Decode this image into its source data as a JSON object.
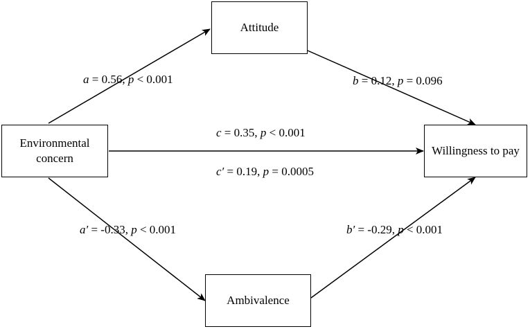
{
  "nodes": {
    "attitude": {
      "label": "Attitude"
    },
    "environmental_concern": {
      "line1": "Environmental",
      "line2": "concern"
    },
    "willingness_to_pay": {
      "label": "Willingness to pay"
    },
    "ambivalence": {
      "label": "Ambivalence"
    }
  },
  "paths": {
    "a": {
      "symbol": "a",
      "coef": " = 0.56, ",
      "p_symbol": "p",
      "p_value": " < 0.001"
    },
    "b": {
      "symbol": "b",
      "coef": " = 0.12, ",
      "p_symbol": "p",
      "p_value": " = 0.096"
    },
    "c": {
      "symbol": "c",
      "coef": " = 0.35, ",
      "p_symbol": "p",
      "p_value": " < 0.001"
    },
    "c_prime": {
      "symbol": "c′",
      "coef": " = 0.19, ",
      "p_symbol": "p",
      "p_value": " = 0.0005"
    },
    "a_prime": {
      "symbol": "a′",
      "coef": " = -0.33, ",
      "p_symbol": "p",
      "p_value": " < 0.001"
    },
    "b_prime": {
      "symbol": "b′",
      "coef": " = -0.29, ",
      "p_symbol": "p",
      "p_value": " < 0.001"
    }
  },
  "colors": {
    "stroke": "#000000",
    "background": "#ffffff"
  }
}
